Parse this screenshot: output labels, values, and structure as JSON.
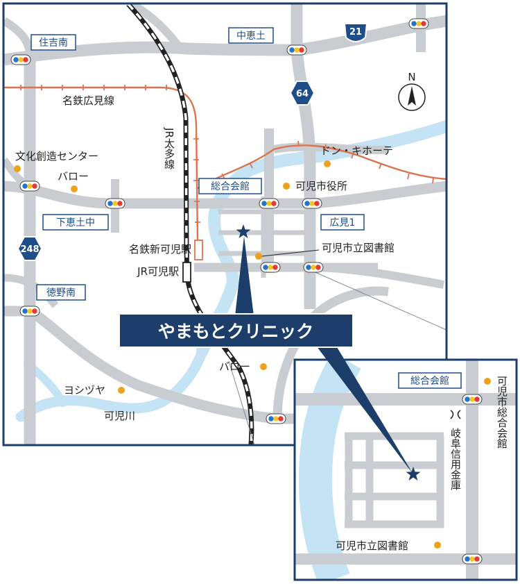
{
  "clinic_name": "やまもとクリニック",
  "north_label": "N",
  "routes": {
    "r21": "21",
    "r64": "64",
    "r248": "248"
  },
  "intersections": {
    "sumiyoshi_minami": "住吉南",
    "naka_edo": "中恵土",
    "sogo_kaikan": "総合会館",
    "shimo_edo_naka": "下恵土中",
    "hiromi1": "広見1",
    "tokuno_minami": "徳野南"
  },
  "rail": {
    "meitetsu_hiromi": "名鉄広見線",
    "jr_taita": "JR太多線",
    "meitetsu_station": "名鉄新可児駅",
    "jr_station": "JR可児駅"
  },
  "places": {
    "bunka": "文化創造センター",
    "valor1": "バロー",
    "don_quijote": "ドン・キホーテ",
    "city_hall": "可児市役所",
    "library": "可児市立図書館",
    "valor2": "バロー",
    "yoshizuya": "ヨシヅヤ",
    "river": "可児川"
  },
  "inset": {
    "sogo_kaikan_box": "総合会館",
    "city_hall_label": "可児市総合会館",
    "gifu_bank": "岐阜信用金庫",
    "library": "可児市立図書館"
  },
  "colors": {
    "navy": "#1d3e6b",
    "road": "#c9ccd0",
    "river": "#c4e3f4",
    "rail_red": "#d9744e",
    "place_dot": "#eea21b",
    "signal_red": "#e53935",
    "signal_yellow": "#f6c520",
    "signal_blue": "#1f74d1",
    "box_blue": "#1d4e8a"
  }
}
